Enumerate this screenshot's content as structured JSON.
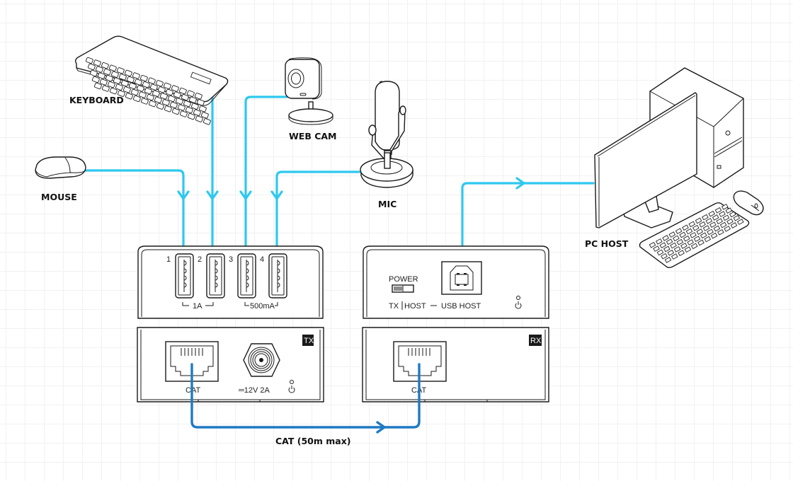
{
  "diagram": {
    "type": "USB over CAT extender connection diagram",
    "devices": {
      "keyboard": "KEYBOARD",
      "mouse": "MOUSE",
      "webcam": "WEB CAM",
      "mic": "MIC",
      "pc_host": "PC HOST"
    },
    "tx_unit": {
      "badge": "TX",
      "usb_ports": [
        "1",
        "2",
        "3",
        "4"
      ],
      "current_group_1": "1A",
      "current_group_2": "500mA",
      "cat_port_label": "CAT",
      "power_input_label": "═12V 2A",
      "power_led_icon": "power-icon"
    },
    "rx_unit": {
      "badge": "RX",
      "power_switch_label": "POWER",
      "mode_label": "TX | HOST  —  USB HOST",
      "mode_left": "TX",
      "mode_mid": "HOST",
      "mode_right": "USB HOST",
      "cat_port_label": "CAT",
      "power_led_icon": "power-icon"
    },
    "cable": {
      "label": "CAT (50m max)",
      "usb_color": "#2ec8ef",
      "cat_color": "#1f7ac4"
    }
  }
}
